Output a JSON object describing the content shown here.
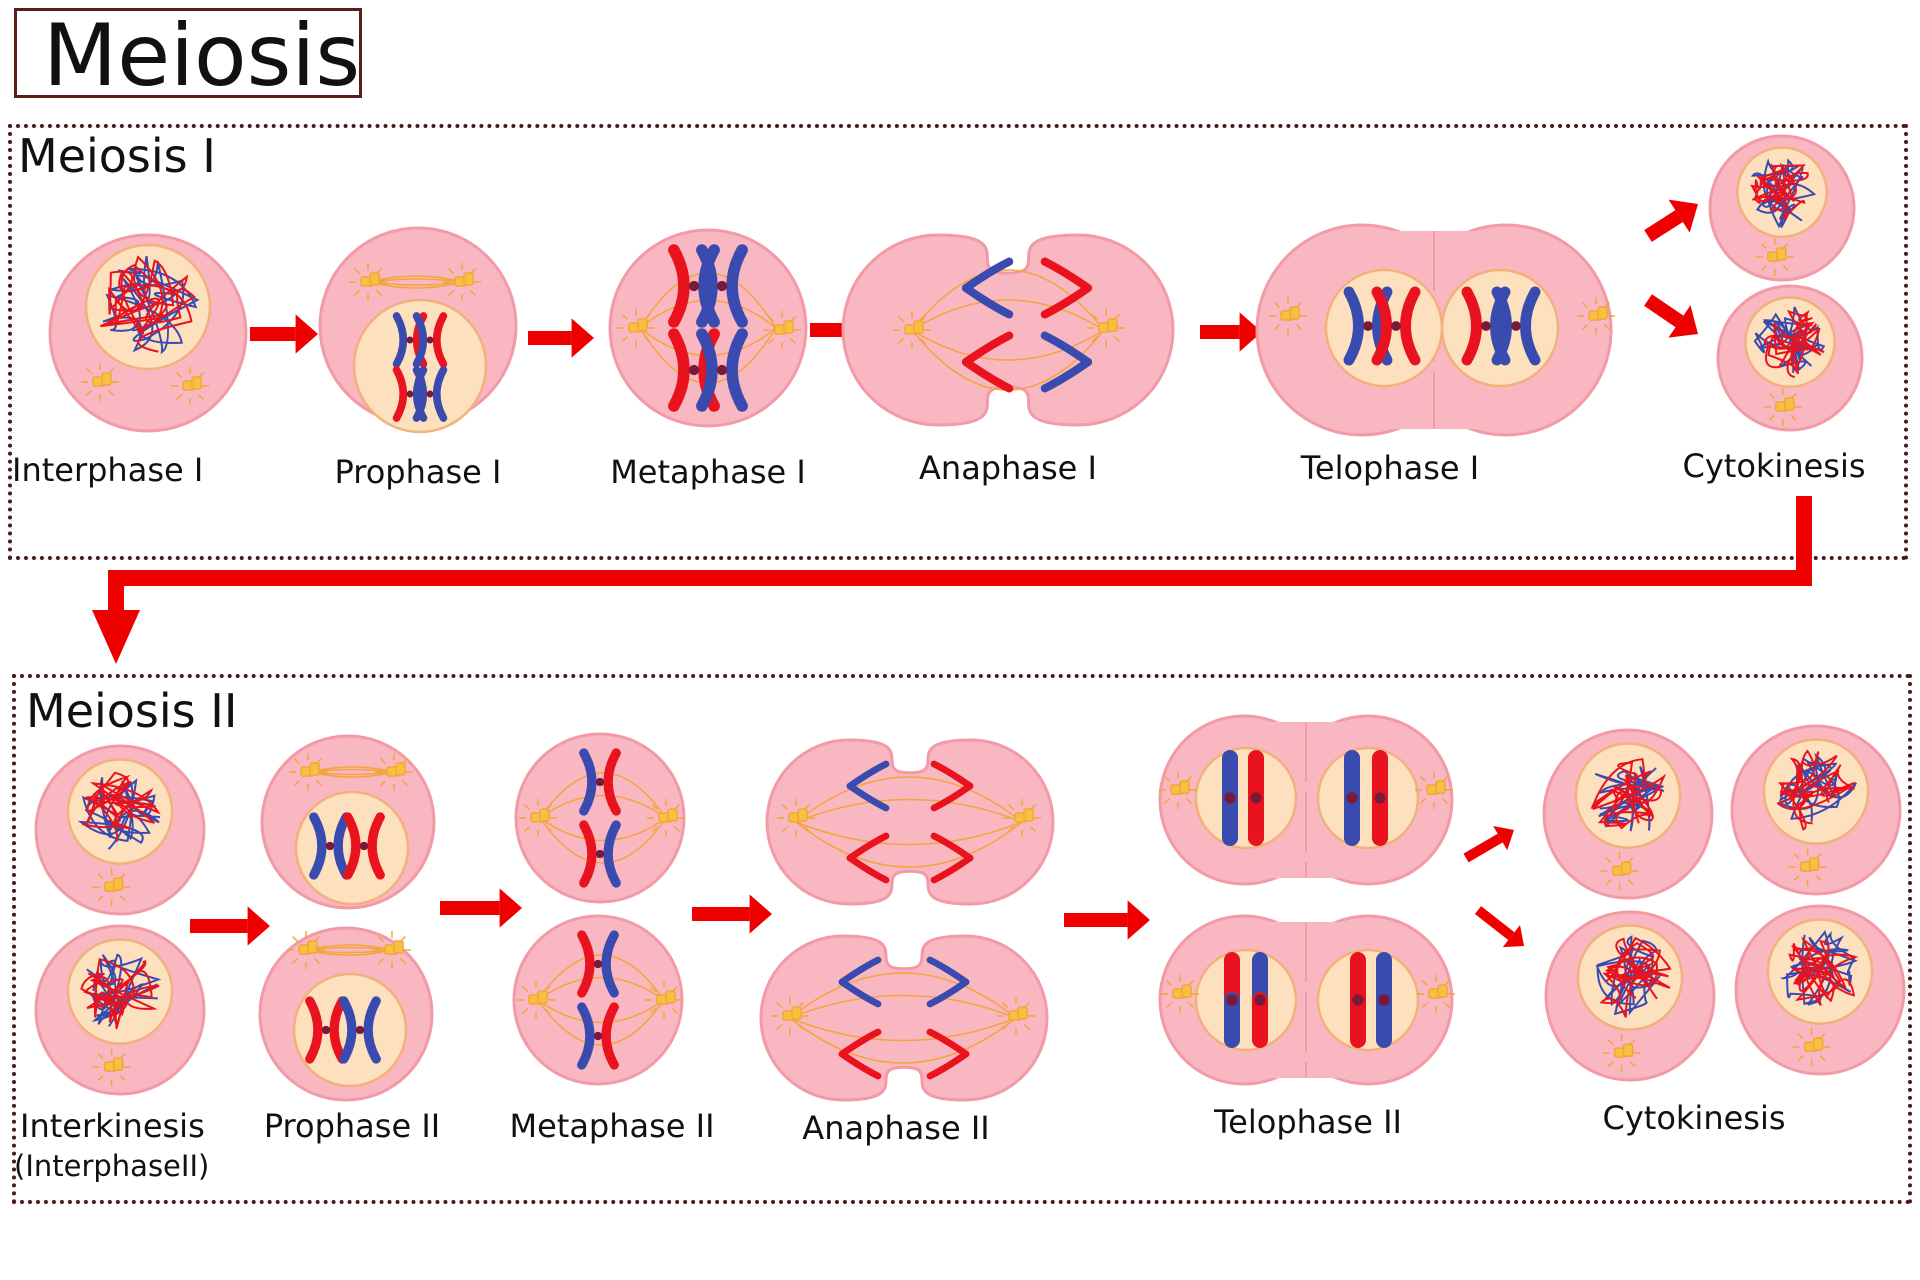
{
  "title": "Meiosis",
  "meiosis_1": {
    "title": "Meiosis I",
    "stages": [
      "Interphase I",
      "Prophase I",
      "Metaphase I",
      "Anaphase I",
      "Telophase  I",
      "Cytokinesis"
    ]
  },
  "meiosis_2": {
    "title": "Meiosis II",
    "stages": [
      "Interkinesis",
      "Prophase II",
      "Metaphase II",
      "Anaphase II",
      "Telophase II",
      "Cytokinesis"
    ],
    "interkinesis_note": "(InterphaseII)"
  },
  "colors": {
    "cell_fill": "#f9b7c1",
    "cell_edge": "#f29aa6",
    "nucleus_fill": "#fde0bd",
    "nucleus_edge": "#f2b17c",
    "chromosome_red": "#e8131f",
    "chromosome_blue": "#3a4bb0",
    "arrow": "#ee0000",
    "spindle": "#f3a53a",
    "frame": "#4a1a16"
  }
}
